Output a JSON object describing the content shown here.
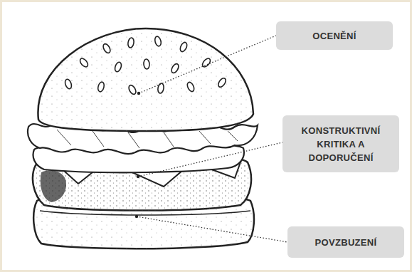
{
  "diagram": {
    "nodes": [
      {
        "text": [
          "OCENĚNÍ"
        ]
      },
      {
        "text": [
          "KONSTRUKTIVNÍ KRITIKA A DOPORUČENÍ"
        ]
      },
      {
        "text": [
          "POVZBUZENÍ"
        ]
      }
    ]
  }
}
